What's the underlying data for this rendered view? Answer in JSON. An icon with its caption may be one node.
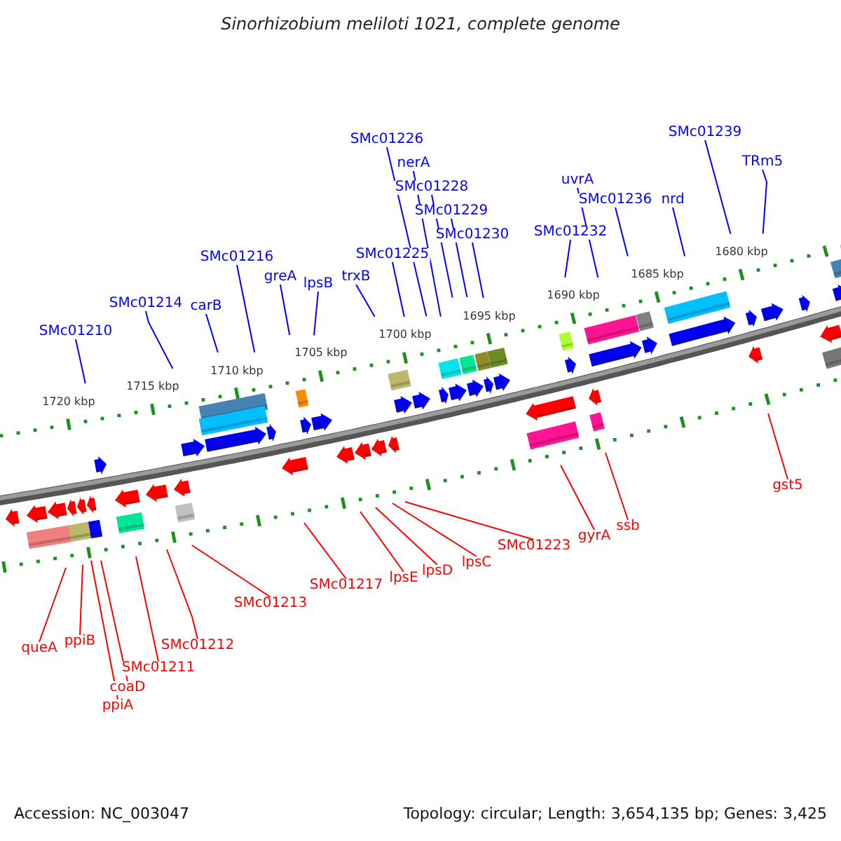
{
  "diagram": {
    "title": "Sinorhizobium meliloti 1021, complete genome",
    "nodes": [
      {
        "text": [
          "SMc01210"
        ]
      },
      {
        "text": [
          "SMc01214"
        ]
      },
      {
        "text": [
          "carB"
        ]
      },
      {
        "text": [
          "SMc01216"
        ]
      },
      {
        "text": [
          "greA"
        ]
      },
      {
        "text": [
          "lpsB"
        ]
      },
      {
        "text": [
          "trxB"
        ]
      },
      {
        "text": [
          "SMc01225"
        ]
      },
      {
        "text": [
          "SMc01226"
        ]
      },
      {
        "text": [
          "nerA"
        ]
      },
      {
        "text": [
          "SMc01228"
        ]
      },
      {
        "text": [
          "SMc01229"
        ]
      },
      {
        "text": [
          "SMc01230"
        ]
      },
      {
        "text": [
          "SMc01232"
        ]
      },
      {
        "text": [
          "uvrA"
        ]
      },
      {
        "text": [
          "SMc01236"
        ]
      },
      {
        "text": [
          "nrd"
        ]
      },
      {
        "text": [
          "SMc01239"
        ]
      },
      {
        "text": [
          "TRm5"
        ]
      },
      {
        "text": [
          "queA"
        ]
      },
      {
        "text": [
          "ppiB"
        ]
      },
      {
        "text": [
          "coaD"
        ]
      },
      {
        "text": [
          "ppiA"
        ]
      },
      {
        "text": [
          "SMc01211"
        ]
      },
      {
        "text": [
          "SMc01212"
        ]
      },
      {
        "text": [
          "SMc01213"
        ]
      },
      {
        "text": [
          "SMc01217"
        ]
      },
      {
        "text": [
          "lpsE"
        ]
      },
      {
        "text": [
          "lpsD"
        ]
      },
      {
        "text": [
          "lpsC"
        ]
      },
      {
        "text": [
          "SMc01223"
        ]
      },
      {
        "text": [
          "gyrA"
        ]
      },
      {
        "text": [
          "ssb"
        ]
      },
      {
        "text": [
          "gst5"
        ]
      }
    ],
    "edges": [
      {
        "from": 0,
        "to": null,
        "arrow": "none"
      },
      {
        "from": 1,
        "to": null,
        "arrow": "none"
      },
      {
        "from": 2,
        "to": null,
        "arrow": "none"
      },
      {
        "from": 3,
        "to": null,
        "arrow": "none"
      },
      {
        "from": 4,
        "to": null,
        "arrow": "none"
      },
      {
        "from": 5,
        "to": null,
        "arrow": "none"
      },
      {
        "from": 6,
        "to": null,
        "arrow": "none"
      },
      {
        "from": 7,
        "to": null,
        "arrow": "none"
      },
      {
        "from": 8,
        "to": null,
        "arrow": "none"
      },
      {
        "from": 9,
        "to": null,
        "arrow": "none"
      },
      {
        "from": 10,
        "to": null,
        "arrow": "none"
      },
      {
        "from": 11,
        "to": null,
        "arrow": "none"
      },
      {
        "from": 12,
        "to": null,
        "arrow": "none"
      },
      {
        "from": 13,
        "to": null,
        "arrow": "none"
      },
      {
        "from": 14,
        "to": null,
        "arrow": "none"
      },
      {
        "from": 15,
        "to": null,
        "arrow": "none"
      },
      {
        "from": 16,
        "to": null,
        "arrow": "none"
      },
      {
        "from": 17,
        "to": null,
        "arrow": "none"
      },
      {
        "from": 18,
        "to": null,
        "arrow": "none"
      },
      {
        "from": 19,
        "to": null,
        "arrow": "none",
        "color": "#ff0000"
      },
      {
        "from": 20,
        "to": null,
        "arrow": "none",
        "color": "#ff0000"
      },
      {
        "from": 21,
        "to": null,
        "arrow": "none",
        "color": "#ff0000"
      },
      {
        "from": 22,
        "to": null,
        "arrow": "none",
        "color": "#ff0000"
      },
      {
        "from": 23,
        "to": null,
        "arrow": "none",
        "color": "#ff0000"
      },
      {
        "from": 24,
        "to": null,
        "arrow": "none",
        "color": "#ff0000"
      },
      {
        "from": 25,
        "to": null,
        "arrow": "none",
        "color": "#ff0000"
      },
      {
        "from": 26,
        "to": null,
        "arrow": "none",
        "color": "#ff0000"
      },
      {
        "from": 27,
        "to": null,
        "arrow": "none",
        "color": "#ff0000"
      },
      {
        "from": 28,
        "to": null,
        "arrow": "none",
        "color": "#ff0000"
      },
      {
        "from": 29,
        "to": null,
        "arrow": "none",
        "color": "#ff0000"
      },
      {
        "from": 30,
        "to": null,
        "arrow": "none",
        "color": "#ff0000"
      },
      {
        "from": 31,
        "to": null,
        "arrow": "none",
        "color": "#ff0000"
      },
      {
        "from": 32,
        "to": null,
        "arrow": "none",
        "color": "#ff0000"
      },
      {
        "from": 33,
        "to": null,
        "arrow": "none",
        "color": "#ff0000"
      }
    ],
    "labels": [
      "1720 kbp",
      "1715 kbp",
      "1710 kbp",
      "1705 kbp",
      "1700 kbp",
      "1695 kbp",
      "1690 kbp",
      "1685 kbp",
      "1680 kbp",
      "Accession: NC_003047",
      "Topology: circular; Length: 3,654,135 bp; Genes: 3,425"
    ]
  }
}
